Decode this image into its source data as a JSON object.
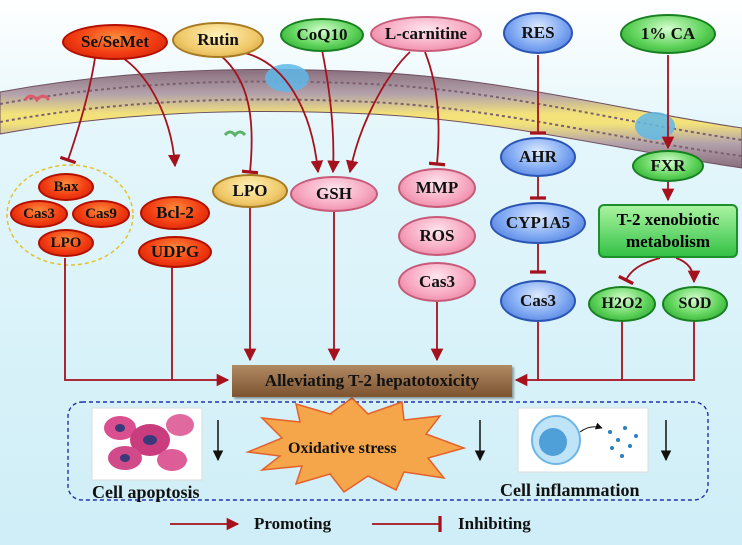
{
  "supplements": {
    "se_semet": "Se/SeMet",
    "rutin": "Rutin",
    "coq10": "CoQ10",
    "l_carnitine": "L-carnitine",
    "res": "RES",
    "ca": "1% CA"
  },
  "targets": {
    "bax": "Bax",
    "cas3_a": "Cas3",
    "cas9": "Cas9",
    "lpo_a": "LPO",
    "bcl2": "Bcl-2",
    "udpg": "UDPG",
    "lpo_b": "LPO",
    "gsh": "GSH",
    "mmp": "MMP",
    "ros": "ROS",
    "cas3_b": "Cas3",
    "ahr": "AHR",
    "cyp1a5": "CYP1A5",
    "cas3_c": "Cas3",
    "fxr": "FXR",
    "metabolism": "T-2 xenobiotic metabolism",
    "h2o2": "H2O2",
    "sod": "SOD"
  },
  "center_label": "Alleviating T-2 hepatotoxicity",
  "outcomes": {
    "apoptosis": "Cell apoptosis",
    "oxidative": "Oxidative stress",
    "inflammation": "Cell inflammation"
  },
  "legend": {
    "promoting": "Promoting",
    "inhibiting": "Inhibiting"
  },
  "colors": {
    "arrow": "#a5111d",
    "red_node": "#f23c12",
    "blue_node": "#3e6fd6",
    "green_node": "#34c247",
    "pink_node": "#f6a3bd"
  }
}
